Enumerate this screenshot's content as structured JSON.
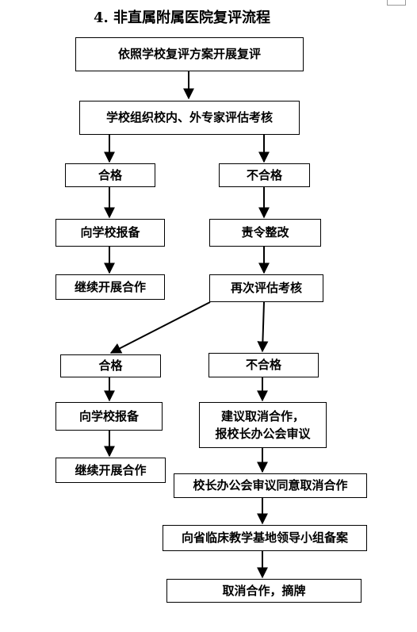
{
  "title": "4. 非直属附属医院复评流程",
  "nodes": {
    "n1": "依照学校复评方案开展复评",
    "n2": "学校组织校内、外专家评估考核",
    "n3": "合格",
    "n4": "不合格",
    "n5": "向学校报备",
    "n6": "责令整改",
    "n7": "继续开展合作",
    "n8": "再次评估考核",
    "n9": "合格",
    "n10": "不合格",
    "n11": "向学校报备",
    "n12": "建议取消合作，\n报校长办公会审议",
    "n13": "继续开展合作",
    "n14": "校长办公会审议同意取消合作",
    "n15": "向省临床教学基地领导小组备案",
    "n16": "取消合作，摘牌"
  }
}
